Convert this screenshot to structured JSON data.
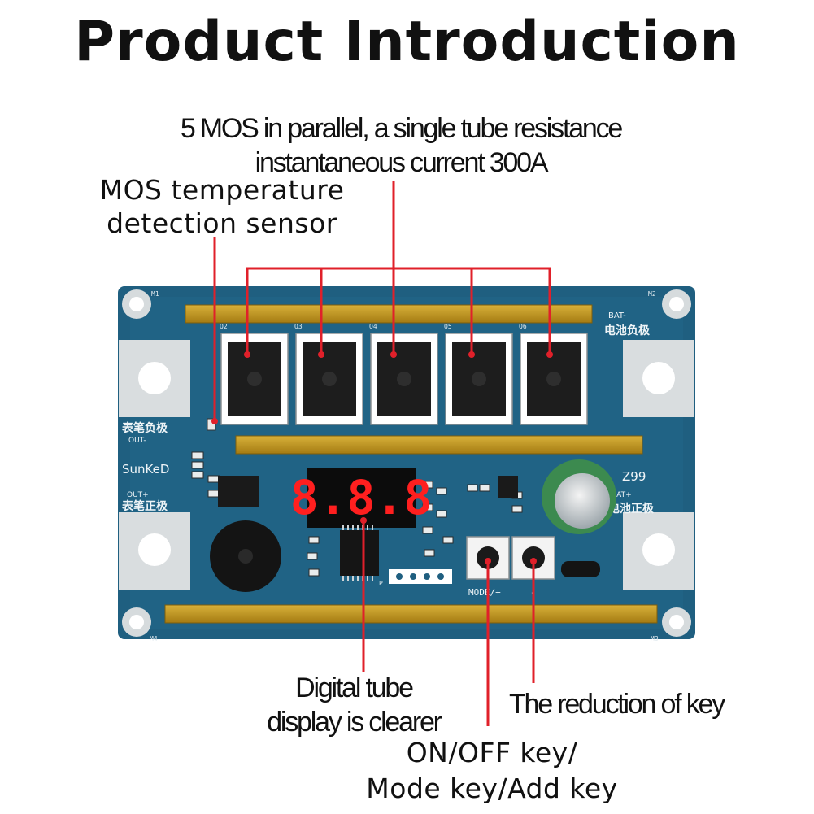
{
  "title": "Product Introduction",
  "callouts": {
    "mos_parallel": [
      "5 MOS in parallel, a single tube resistance",
      "instantaneous current 300A"
    ],
    "temp_sensor": [
      "MOS temperature",
      "detection sensor"
    ],
    "display": [
      "Digital tube",
      "display is clearer"
    ],
    "reduction_key": "The reduction of key",
    "onoff_key": [
      "ON/OFF key/",
      "Mode key/Add key"
    ]
  },
  "board": {
    "corner_labels": [
      "M1",
      "M2",
      "M3",
      "M4"
    ],
    "mos_labels": [
      "Q2",
      "Q3",
      "Q4",
      "Q5",
      "Q6"
    ],
    "bat_neg": [
      "BAT-",
      "电池负极"
    ],
    "bat_pos": [
      "BAT+",
      "电池正极"
    ],
    "out_neg": [
      "表笔负极",
      "OUT-"
    ],
    "out_pos": [
      "OUT+",
      "表笔正极"
    ],
    "brand": "SunKeD",
    "model": "Z99",
    "display_value": "8.8.8",
    "header_label": "P1",
    "key_label": "MODE/+",
    "minus_label": "-"
  },
  "colors": {
    "board": "#1f5f80",
    "gold": "#c39a1f",
    "callout_line": "#e0202a",
    "led": "#ff1f1f"
  }
}
